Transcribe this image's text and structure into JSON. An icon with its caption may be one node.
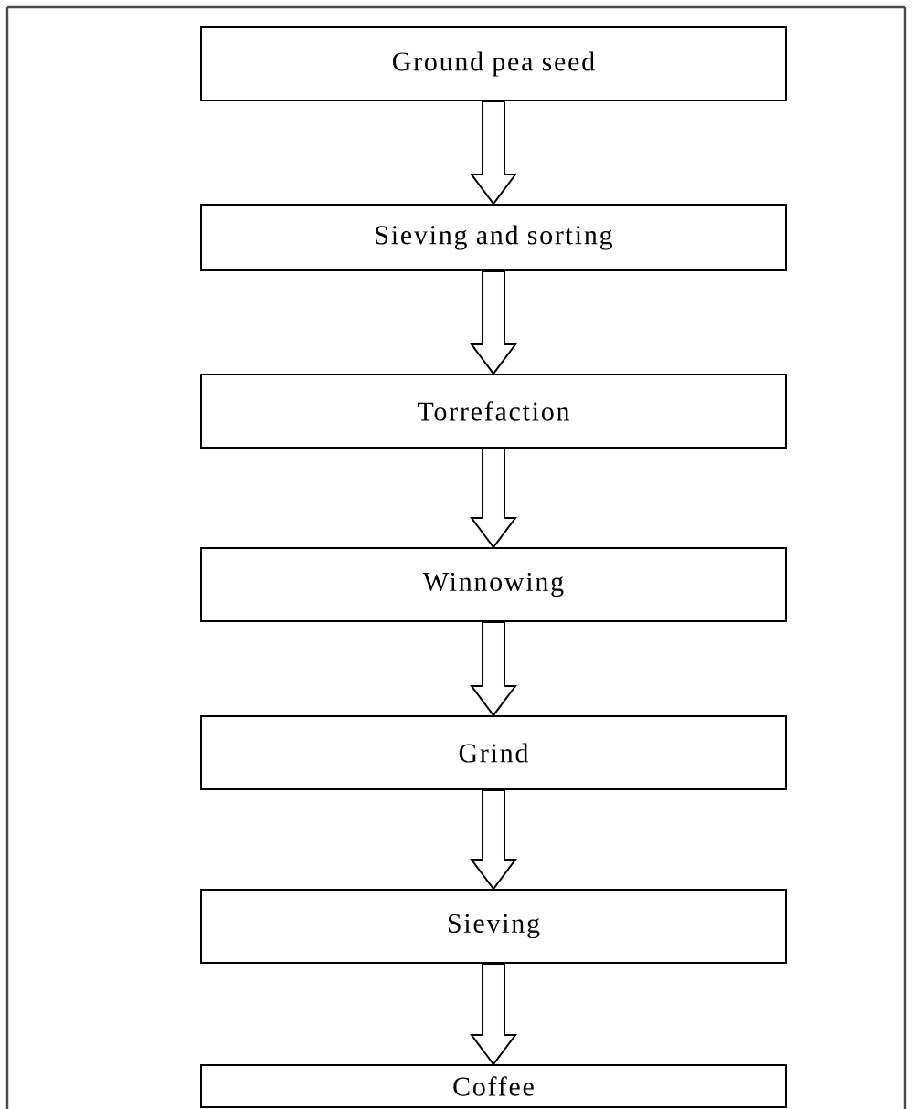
{
  "diagram": {
    "nodes": [
      {
        "text": [
          "Ground pea seed"
        ]
      },
      {
        "text": [
          "Sieving and sorting"
        ]
      },
      {
        "text": [
          "Torrefaction"
        ]
      },
      {
        "text": [
          "Winnowing"
        ]
      },
      {
        "text": [
          "Grind"
        ]
      },
      {
        "text": [
          "Sieving"
        ]
      },
      {
        "text": [
          "Coffee"
        ]
      }
    ],
    "edges": [
      {
        "from": 0,
        "to": 1,
        "arrow": "to"
      },
      {
        "from": 1,
        "to": 2,
        "arrow": "to"
      },
      {
        "from": 2,
        "to": 3,
        "arrow": "to"
      },
      {
        "from": 3,
        "to": 4,
        "arrow": "to"
      },
      {
        "from": 4,
        "to": 5,
        "arrow": "to"
      },
      {
        "from": 5,
        "to": 6,
        "arrow": "to"
      }
    ]
  }
}
